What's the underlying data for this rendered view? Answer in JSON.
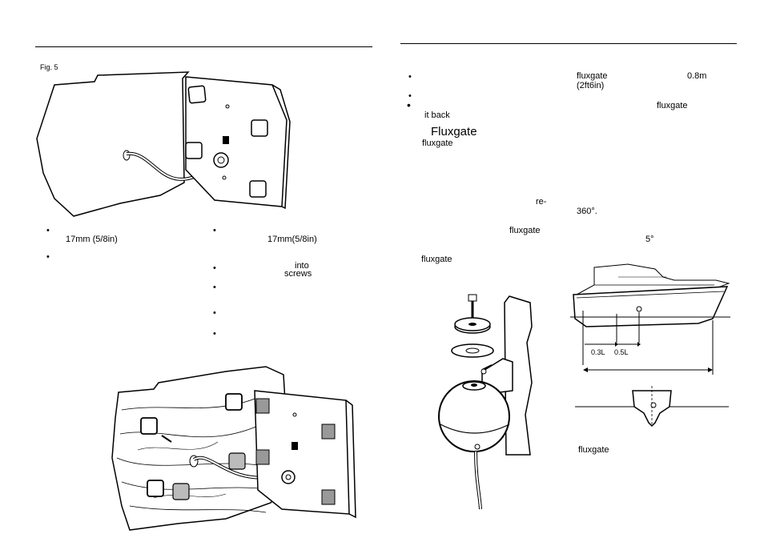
{
  "left_page": {
    "figure_label": "Fig. 5",
    "col1": {
      "item1": {
        "bullet": "•",
        "text": "17mm (5/8in)"
      },
      "item2": {
        "bullet": "•"
      }
    },
    "col2": {
      "item1": {
        "bullet": "•",
        "text": "17mm(5/8in)"
      },
      "item2": {
        "bullet": "•",
        "text_a": "into",
        "text_b": "screws"
      },
      "item3": {
        "bullet": "•"
      },
      "item4": {
        "bullet": "•"
      },
      "item5": {
        "bullet": "•"
      }
    }
  },
  "right_page": {
    "bullets": [
      {
        "bullet": "•",
        "word1": "fluxgate",
        "word2": "0.8m",
        "word3": "(2ft6in)"
      },
      {
        "bullet": "•"
      },
      {
        "bullet": "•",
        "word1": "it back",
        "word2": "fluxgate"
      }
    ],
    "section_heading": "Fluxgate",
    "section_sub": "fluxgate",
    "fragments": {
      "re": "re-",
      "deg360": "360°.",
      "fluxgate_a": "fluxgate",
      "deg5": "5°",
      "fluxgate_b": "fluxgate",
      "fluxgate_caption": "fluxgate"
    },
    "boat_diagram": {
      "label_03": "0.3L",
      "label_05": "0.5L"
    }
  }
}
